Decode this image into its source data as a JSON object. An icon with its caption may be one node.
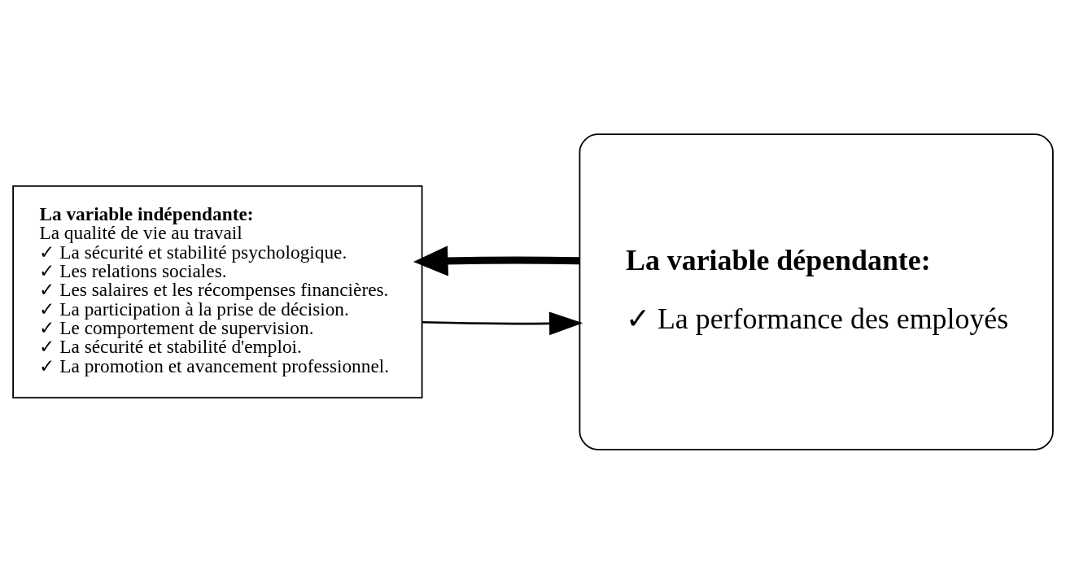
{
  "diagram": {
    "nodes": [
      {
        "text": [
          "La variable indépendante:",
          "La qualité de vie au travail",
          "✓ La sécurité et stabilité psychologique.",
          "✓ Les relations sociales.",
          "✓ Les salaires et les récompenses financières.",
          "✓ La participation à la prise de décision.",
          "✓ Le comportement de supervision.",
          "✓ La sécurité et stabilité d'emploi.",
          "✓ La promotion et avancement professionnel."
        ]
      },
      {
        "text": [
          "La variable dépendante:",
          "✓ La performance des employés"
        ]
      }
    ],
    "edges": [
      {
        "from": 0,
        "to": 1,
        "arrow": "to"
      },
      {
        "from": 1,
        "to": 0,
        "arrow": "to",
        "style": "thick"
      }
    ]
  }
}
